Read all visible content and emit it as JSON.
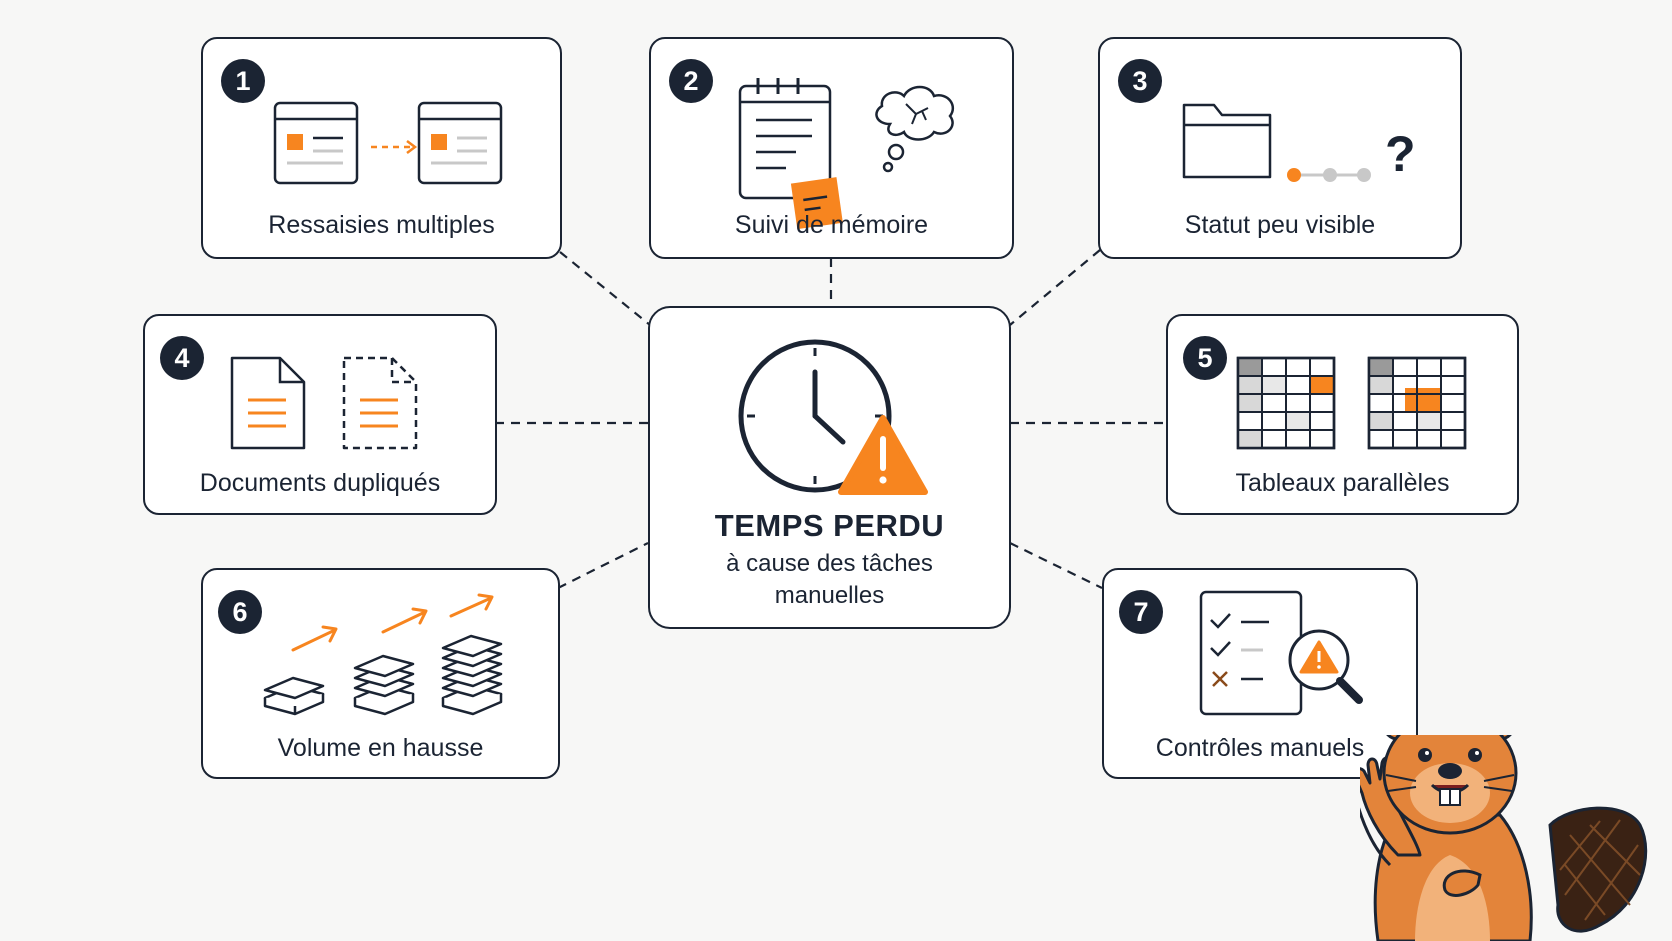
{
  "center": {
    "title": "TEMPS PERDU",
    "subtitle_line1": "à cause des tâches",
    "subtitle_line2": "manuelles",
    "icons": [
      "clock-icon",
      "warning-icon"
    ]
  },
  "cards": [
    {
      "number": "1",
      "label": "Ressaisies multiples",
      "icon": "retyping-forms-icon"
    },
    {
      "number": "2",
      "label": "Suivi de mémoire",
      "icon": "notepad-thought-icon"
    },
    {
      "number": "3",
      "label": "Statut peu visible",
      "icon": "folder-question-icon"
    },
    {
      "number": "4",
      "label": "Documents dupliqués",
      "icon": "duplicate-documents-icon"
    },
    {
      "number": "5",
      "label": "Tableaux parallèles",
      "icon": "parallel-spreadsheets-icon"
    },
    {
      "number": "6",
      "label": "Volume en hausse",
      "icon": "rising-stacks-icon"
    },
    {
      "number": "7",
      "label": "Contrôles manuels",
      "icon": "manual-checklist-icon"
    }
  ],
  "mascot": {
    "icon": "beaver-mascot-icon"
  },
  "colors": {
    "accent": "#f7851f",
    "ink": "#1b2433",
    "background": "#f7f7f6",
    "card": "#ffffff",
    "grey": "#c8c8c8"
  }
}
